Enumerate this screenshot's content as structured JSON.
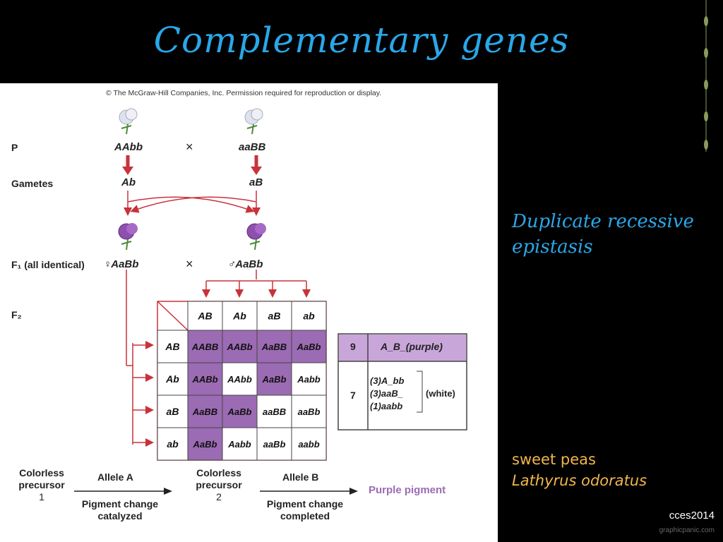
{
  "title": "Complementary genes",
  "copyright": "© The McGraw-Hill Companies, Inc. Permission required for reproduction or display.",
  "labels": {
    "p": "P",
    "gametes": "Gametes",
    "f1": "F₁ (all identical)",
    "f2": "F₂",
    "cross": "×"
  },
  "parents": {
    "left": "AAbb",
    "right": "aaBB"
  },
  "gametes": {
    "left": "Ab",
    "right": "aB"
  },
  "f1": {
    "female": "♀AaBb",
    "male": "♂AaBb"
  },
  "punnett": {
    "cols": [
      "AB",
      "Ab",
      "aB",
      "ab"
    ],
    "rows": [
      "AB",
      "Ab",
      "aB",
      "ab"
    ],
    "cells": [
      [
        "AABB",
        "AABb",
        "AaBB",
        "AaBb"
      ],
      [
        "AABb",
        "AAbb",
        "AaBb",
        "Aabb"
      ],
      [
        "AaBB",
        "AaBb",
        "aaBB",
        "aaBb"
      ],
      [
        "AaBb",
        "Aabb",
        "aaBb",
        "aabb"
      ]
    ],
    "purple": [
      [
        true,
        true,
        true,
        true
      ],
      [
        true,
        false,
        true,
        false
      ],
      [
        true,
        true,
        false,
        false
      ],
      [
        true,
        false,
        false,
        false
      ]
    ]
  },
  "ratio": {
    "purple_count": "9",
    "purple_label": "A_B_(purple)",
    "white_count": "7",
    "white_lines": [
      "(3)A_bb",
      "(3)aaB_",
      "(1)aabb"
    ],
    "white_label": "(white)"
  },
  "pathway": {
    "precursor1": [
      "Colorless",
      "precursor",
      "1"
    ],
    "alleleA": "Allele A",
    "step1": [
      "Pigment change",
      "catalyzed"
    ],
    "precursor2": [
      "Colorless",
      "precursor",
      "2"
    ],
    "alleleB": "Allele B",
    "step2": [
      "Pigment change",
      "completed"
    ],
    "product": "Purple pigment"
  },
  "side_text": [
    "Duplicate recessive",
    "epistasis"
  ],
  "species": [
    "sweet peas",
    "Lathyrus odoratus"
  ],
  "credit": "cces2014",
  "watermark": "graphicpanic.com",
  "colors": {
    "title": "#2aa7e8",
    "purple": "#9b6bb3",
    "arrow": "#c8323a",
    "species": "#f0b64a"
  }
}
